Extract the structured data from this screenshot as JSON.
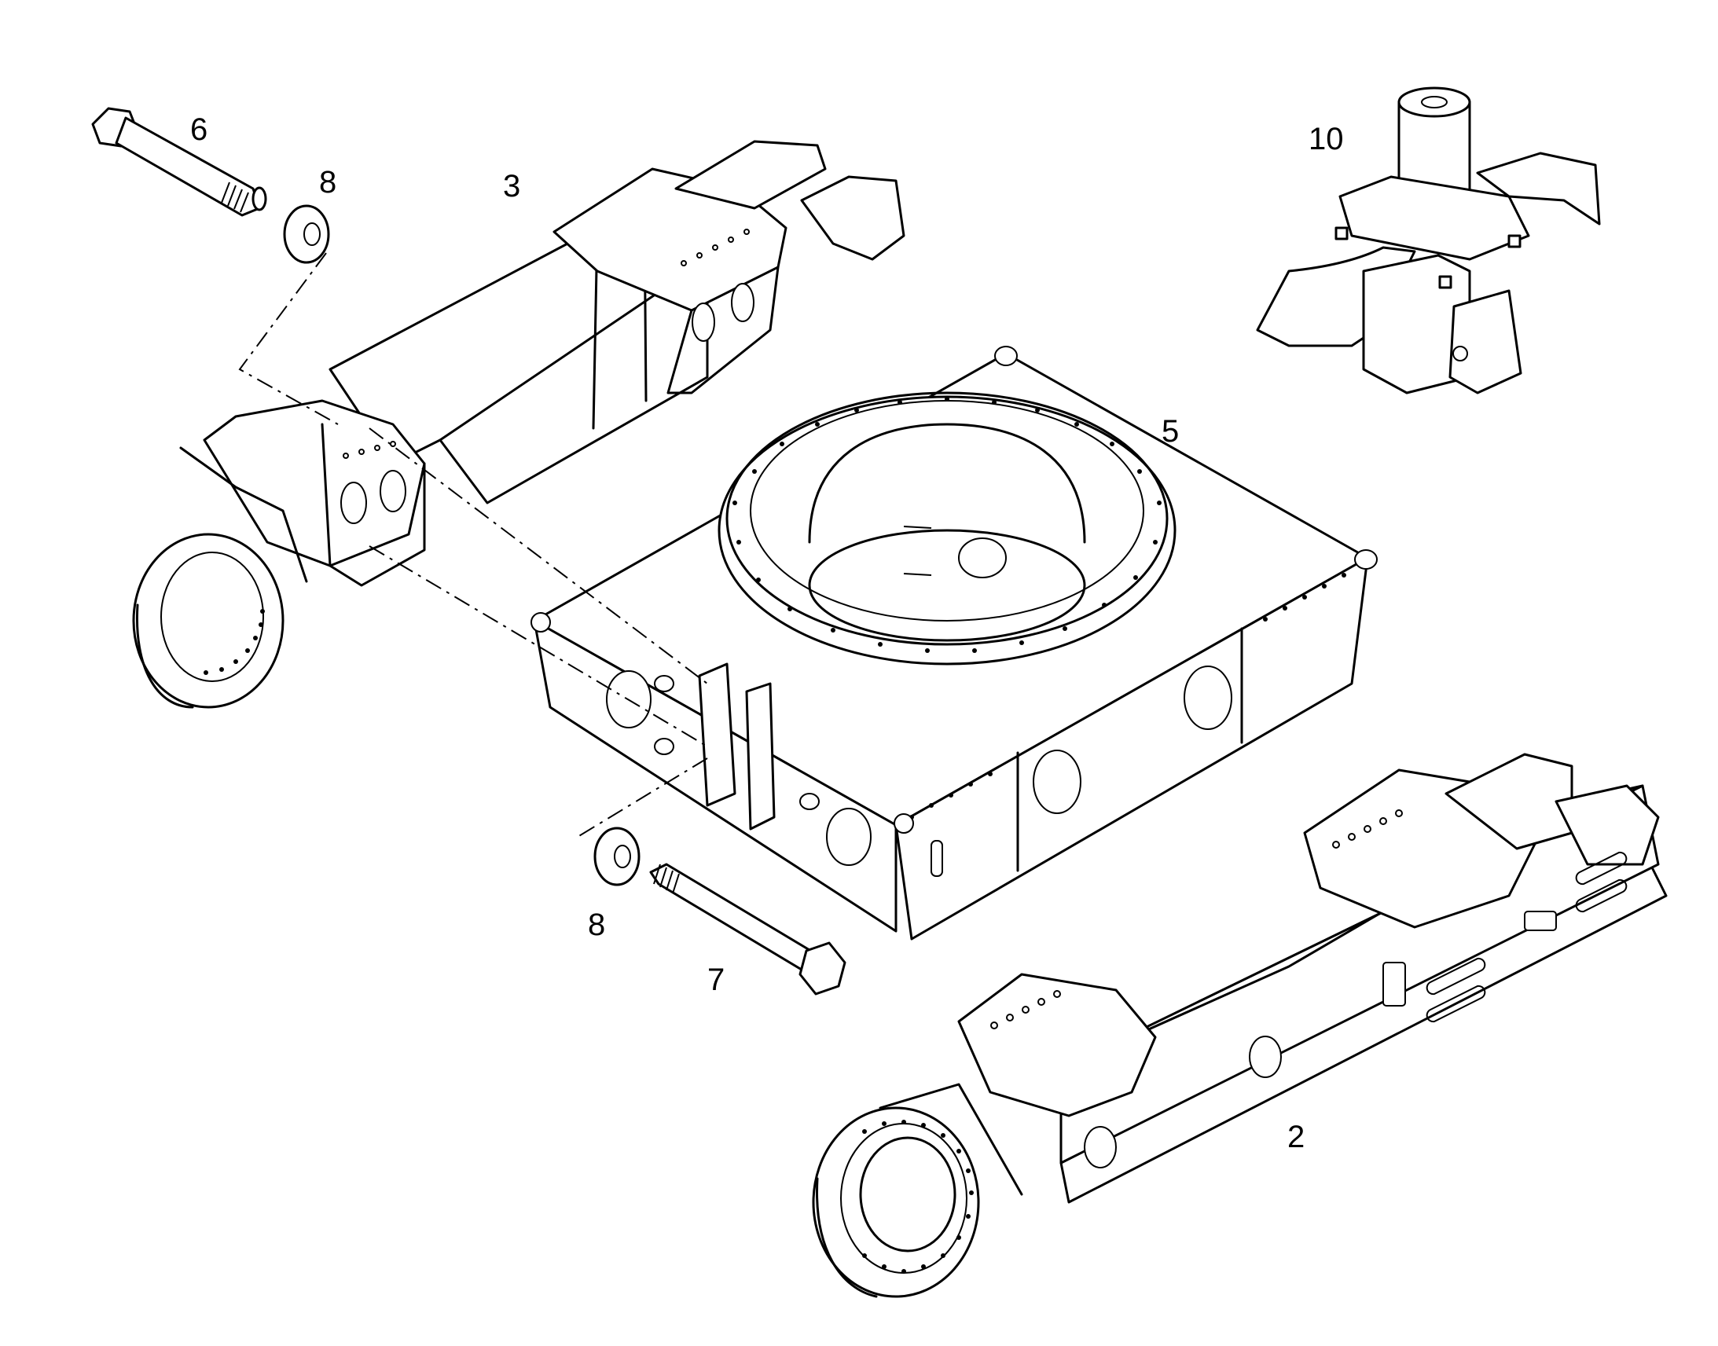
{
  "callouts": {
    "part_2": "2",
    "part_3": "3",
    "part_5": "5",
    "part_6": "6",
    "part_7": "7",
    "part_8_upper": "8",
    "part_8_lower": "8",
    "part_10": "10"
  },
  "colors": {
    "line": "#000000",
    "background": "#ffffff"
  }
}
